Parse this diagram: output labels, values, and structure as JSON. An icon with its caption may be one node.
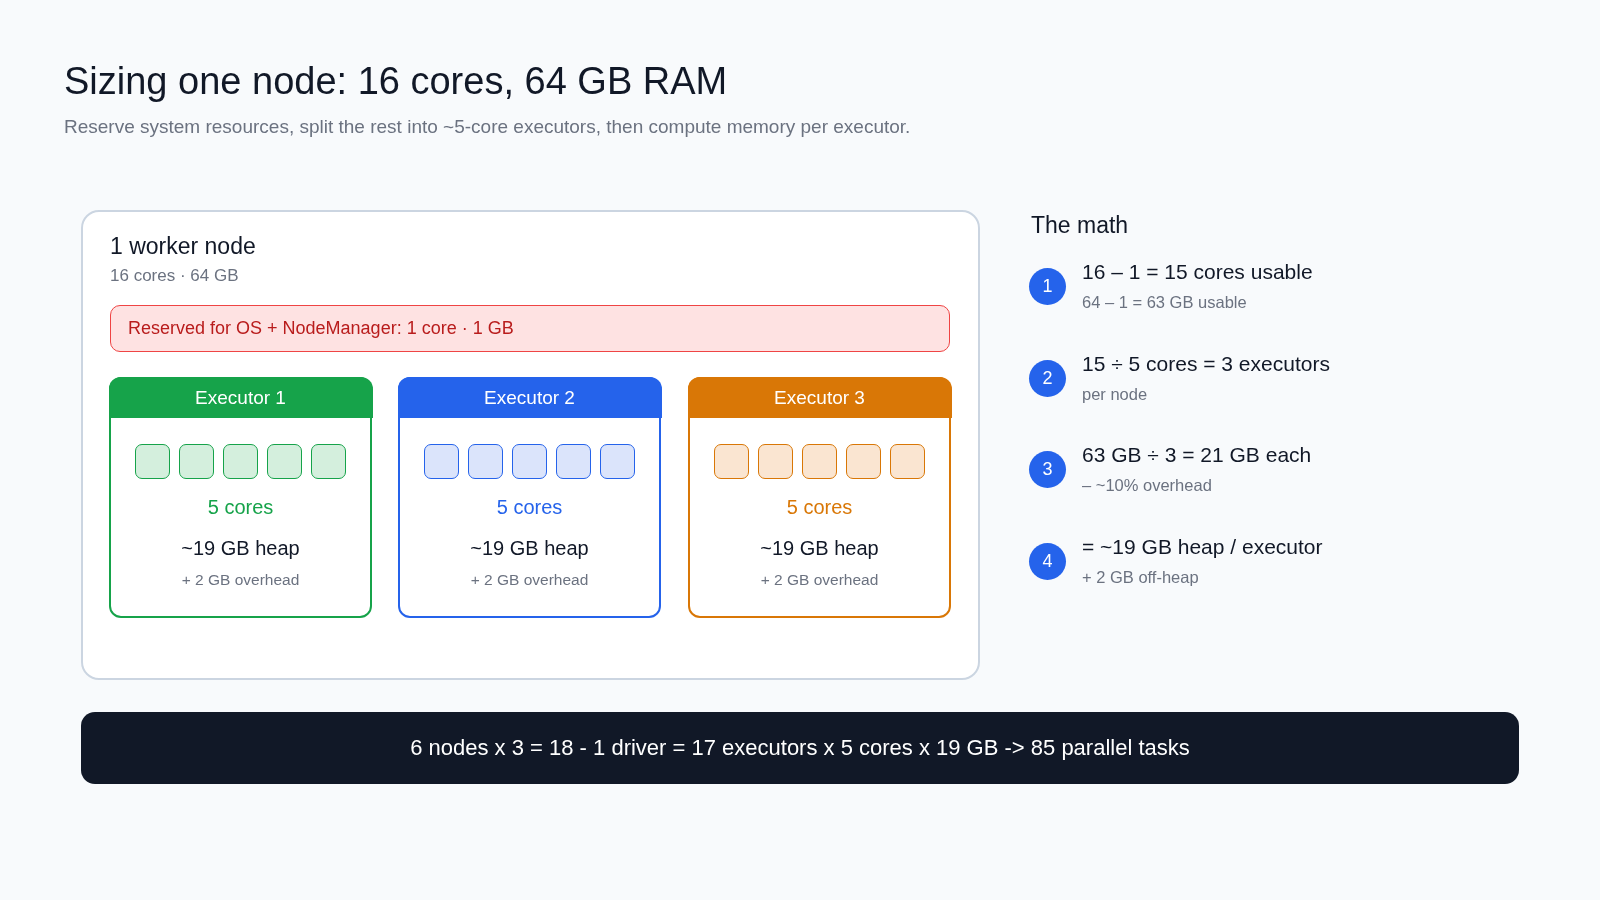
{
  "diagram": {
    "title": "Sizing one node: 16 cores, 64 GB RAM",
    "nodes": [
      {
        "text": [
          "1 worker node",
          "16 cores · 64 GB"
        ]
      },
      {
        "text": [
          "Reserved for OS + NodeManager: 1 core · 1 GB"
        ],
        "in": 0
      },
      {
        "text": [
          "Executor 1",
          "5 cores",
          "~19 GB heap",
          "+ 2 GB overhead"
        ],
        "in": 0
      },
      {
        "text": [],
        "shape": "box",
        "in": 2
      },
      {
        "text": [],
        "shape": "box",
        "in": 2
      },
      {
        "text": [],
        "shape": "box",
        "in": 2
      },
      {
        "text": [],
        "shape": "box",
        "in": 2
      },
      {
        "text": [],
        "shape": "box",
        "in": 2
      },
      {
        "text": [
          "Executor 2",
          "5 cores",
          "~19 GB heap",
          "+ 2 GB overhead"
        ],
        "in": 0
      },
      {
        "text": [],
        "shape": "box",
        "in": 8
      },
      {
        "text": [],
        "shape": "box",
        "in": 8
      },
      {
        "text": [],
        "shape": "box",
        "in": 8
      },
      {
        "text": [],
        "shape": "box",
        "in": 8
      },
      {
        "text": [],
        "shape": "box",
        "in": 8
      },
      {
        "text": [
          "Executor 3",
          "5 cores",
          "~19 GB heap",
          "+ 2 GB overhead"
        ],
        "in": 0
      },
      {
        "text": [],
        "shape": "box",
        "in": 14
      },
      {
        "text": [],
        "shape": "box",
        "in": 14
      },
      {
        "text": [],
        "shape": "box",
        "in": 14
      },
      {
        "text": [],
        "shape": "box",
        "in": 14
      },
      {
        "text": [],
        "shape": "box",
        "in": 14
      },
      {
        "text": [
          "1"
        ],
        "beside": [
          "16 – 1 = 15 cores usable",
          "64 – 1 = 63 GB usable"
        ]
      },
      {
        "text": [
          "2"
        ],
        "beside": [
          "15 ÷ 5 cores = 3 executors",
          "per node"
        ]
      },
      {
        "text": [
          "3"
        ],
        "beside": [
          "63 GB ÷ 3 = 21 GB each",
          "– ~10% overhead"
        ]
      },
      {
        "text": [
          "4"
        ],
        "beside": [
          "= ~19 GB heap / executor",
          "+ 2 GB off-heap"
        ]
      },
      {
        "text": [
          "6 nodes x 3 = 18 - 1 driver = 17 executors x 5 cores x 19 GB -> 85 parallel tasks"
        ]
      }
    ],
    "labels": [
      "Reserve system resources, split the rest into ~5-core executors, then compute memory per executor.",
      "The math"
    ]
  }
}
